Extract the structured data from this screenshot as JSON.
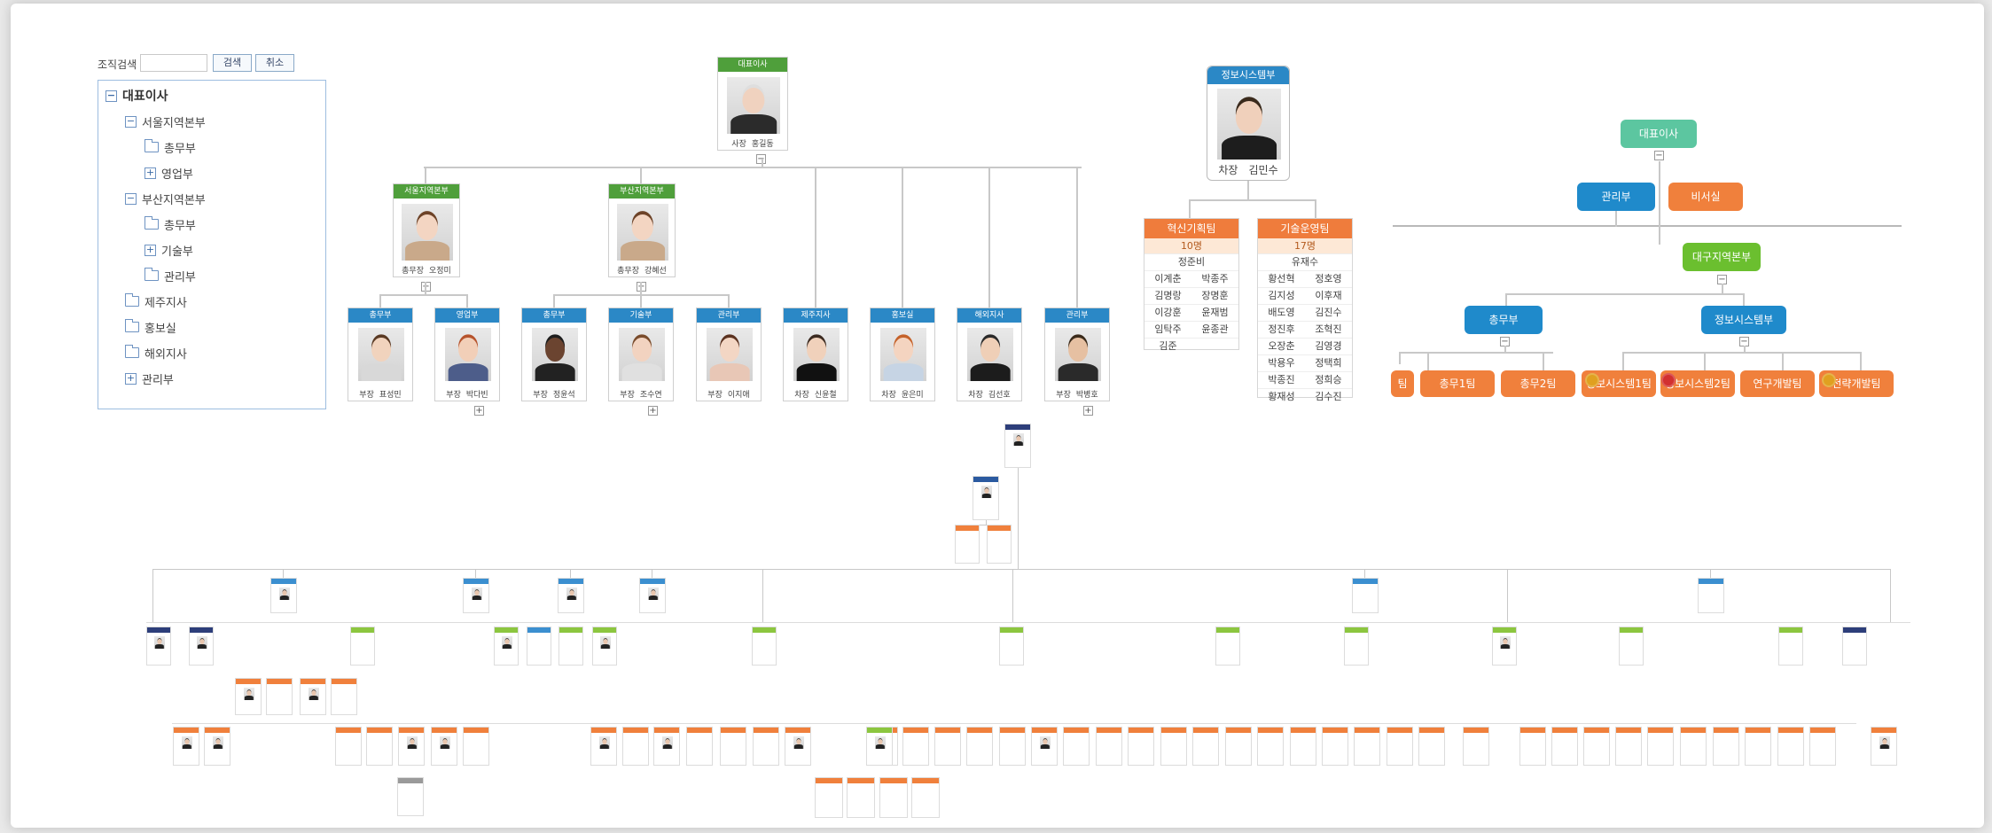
{
  "search": {
    "label": "조직검색",
    "placeholder": "",
    "search_button": "검색",
    "cancel_button": "취소"
  },
  "tree": {
    "items": [
      {
        "label": "대표이사",
        "toggle": "−",
        "level": 0
      },
      {
        "label": "서울지역본부",
        "toggle": "−",
        "level": 1
      },
      {
        "label": "총무부",
        "toggle": "",
        "level": 2
      },
      {
        "label": "영업부",
        "toggle": "+",
        "level": 2
      },
      {
        "label": "부산지역본부",
        "toggle": "−",
        "level": 1
      },
      {
        "label": "총무부",
        "toggle": "",
        "level": 2
      },
      {
        "label": "기술부",
        "toggle": "+",
        "level": 2
      },
      {
        "label": "관리부",
        "toggle": "",
        "level": 2
      },
      {
        "label": "제주지사",
        "toggle": "",
        "level": 1
      },
      {
        "label": "홍보실",
        "toggle": "",
        "level": 1
      },
      {
        "label": "해외지사",
        "toggle": "",
        "level": 1
      },
      {
        "label": "관리부",
        "toggle": "+",
        "level": 1
      }
    ]
  },
  "org1": {
    "ceo": {
      "header": "대표이사",
      "title": "사장",
      "name": "홍길동"
    },
    "regions": [
      {
        "header": "서울지역본부",
        "title": "총무장",
        "name": "오정미"
      },
      {
        "header": "부산지역본부",
        "title": "총무장",
        "name": "강혜선"
      }
    ],
    "depts": [
      {
        "header": "총무부",
        "title": "부장",
        "name": "표성민"
      },
      {
        "header": "영업부",
        "title": "부장",
        "name": "박다빈"
      },
      {
        "header": "총무부",
        "title": "부장",
        "name": "정윤석"
      },
      {
        "header": "기술부",
        "title": "부장",
        "name": "조수연"
      },
      {
        "header": "관리부",
        "title": "부장",
        "name": "이지애"
      },
      {
        "header": "제주지사",
        "title": "차장",
        "name": "신윤철"
      },
      {
        "header": "홍보실",
        "title": "차장",
        "name": "윤은미"
      },
      {
        "header": "해외지사",
        "title": "차장",
        "name": "김선호"
      },
      {
        "header": "관리부",
        "title": "부장",
        "name": "박병호"
      }
    ],
    "toggle_minus": "−",
    "toggle_plus": "+"
  },
  "org2": {
    "head": {
      "header": "정보시스템부",
      "title": "차장",
      "name": "김민수"
    },
    "teams": [
      {
        "name": "혁신기획팀",
        "count": "10명",
        "leader": "정준비",
        "members": [
          "이계춘",
          "박종주",
          "김명랑",
          "장명훈",
          "이강훈",
          "윤재범",
          "임탁주",
          "윤종관",
          "김준"
        ]
      },
      {
        "name": "기술운영팀",
        "count": "17명",
        "leader": "유재수",
        "members": [
          "황선혁",
          "정호영",
          "김지성",
          "이후재",
          "배도영",
          "김진수",
          "정진후",
          "조혁진",
          "오장춘",
          "김영경",
          "박용우",
          "정택희",
          "박종진",
          "정희승",
          "황재성",
          "김수진"
        ]
      }
    ]
  },
  "org3": {
    "ceo": "대표이사",
    "row1": [
      "관리부",
      "비서실"
    ],
    "region": "대구지역본부",
    "divs": [
      "총무부",
      "정보시스템부"
    ],
    "teams": [
      "팀",
      "총무1팀",
      "총무2팀",
      "정보시스템1팀",
      "정보시스템2팀",
      "연구개발팀",
      "전략개발팀"
    ],
    "toggle": "−"
  },
  "colors": {
    "accent_blue": "#1f8acb",
    "accent_orange": "#f0803c",
    "accent_green": "#6bbf2f",
    "accent_teal": "#5cc6a0",
    "header_green": "#4f9f3b",
    "header_blue": "#2b88c6",
    "header_navy": "#2d3e7a"
  }
}
